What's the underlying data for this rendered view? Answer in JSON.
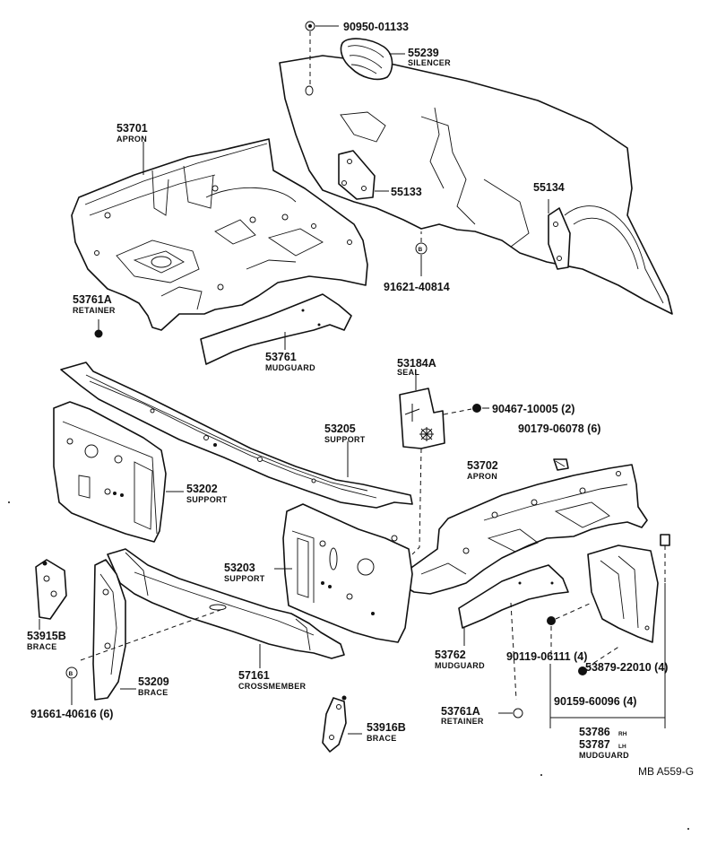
{
  "diagram_code": "MB A559-G",
  "callouts": {
    "c90950": {
      "pn": "90950-01133"
    },
    "c55239": {
      "pn": "55239",
      "name": "SILENCER"
    },
    "c53701": {
      "pn": "53701",
      "name": "APRON"
    },
    "c55133": {
      "pn": "55133"
    },
    "c55134": {
      "pn": "55134"
    },
    "c91621": {
      "pn": "91621-40814"
    },
    "c53761A_top": {
      "pn": "53761A",
      "name": "RETAINER"
    },
    "c53761": {
      "pn": "53761",
      "name": "MUDGUARD"
    },
    "c53184A": {
      "pn": "53184A",
      "name": "SEAL"
    },
    "c90467": {
      "pn": "90467-10005 (2)"
    },
    "c90179": {
      "pn": "90179-06078 (6)"
    },
    "c53205": {
      "pn": "53205",
      "name": "SUPPORT"
    },
    "c53202": {
      "pn": "53202",
      "name": "SUPPORT"
    },
    "c53702": {
      "pn": "53702",
      "name": "APRON"
    },
    "c53203": {
      "pn": "53203",
      "name": "SUPPORT"
    },
    "c53915B": {
      "pn": "53915B",
      "name": "BRACE"
    },
    "c53209": {
      "pn": "53209",
      "name": "BRACE"
    },
    "c57161": {
      "pn": "57161",
      "name": "CROSSMEMBER"
    },
    "c91661": {
      "pn": "91661-40616 (6)"
    },
    "c53916B": {
      "pn": "53916B",
      "name": "BRACE"
    },
    "c53762": {
      "pn": "53762",
      "name": "MUDGUARD"
    },
    "c90119": {
      "pn": "90119-06111 (4)"
    },
    "c53879": {
      "pn": "53879-22010 (4)"
    },
    "c90159": {
      "pn": "90159-60096 (4)"
    },
    "c53761A_bot": {
      "pn": "53761A",
      "name": "RETAINER"
    },
    "c53786": {
      "pn": "53786",
      "side": "RH"
    },
    "c53787": {
      "pn": "53787",
      "side": "LH",
      "name": "MUDGUARD"
    }
  }
}
